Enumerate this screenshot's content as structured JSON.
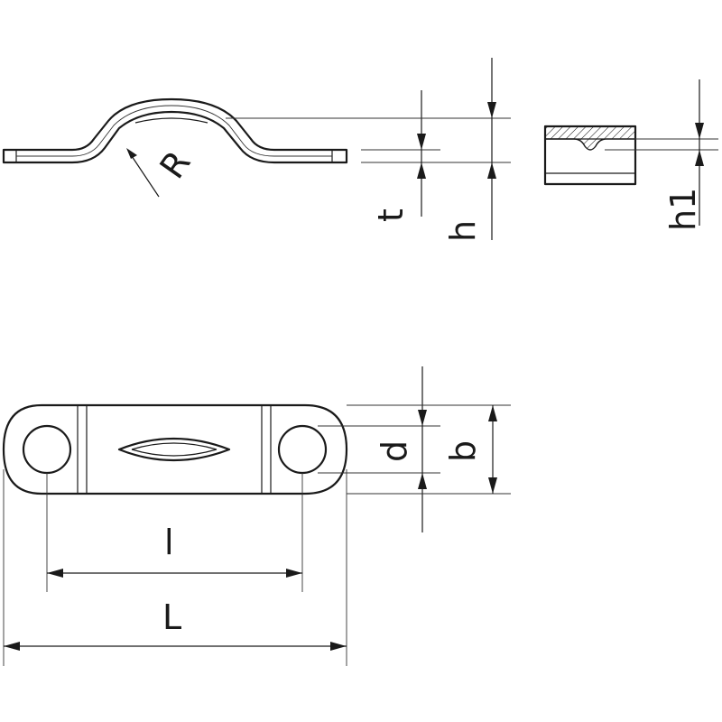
{
  "labels": {
    "radius": "R",
    "thickness": "t",
    "height": "h",
    "height1": "h1",
    "hole_diameter": "d",
    "width": "b",
    "hole_spacing": "l",
    "length": "L"
  },
  "colors": {
    "line": "#1a1a1a",
    "background": "#ffffff"
  }
}
